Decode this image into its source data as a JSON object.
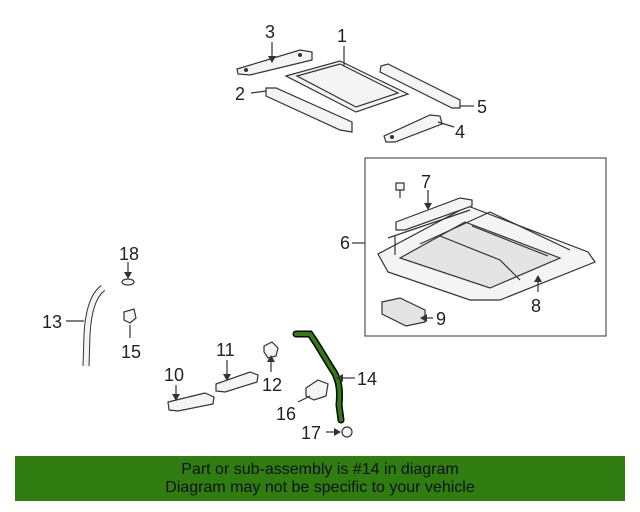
{
  "callouts": {
    "c1": "1",
    "c2": "2",
    "c3": "3",
    "c4": "4",
    "c5": "5",
    "c6": "6",
    "c7": "7",
    "c8": "8",
    "c9": "9",
    "c10": "10",
    "c11": "11",
    "c12": "12",
    "c13": "13",
    "c14": "14",
    "c15": "15",
    "c16": "16",
    "c17": "17",
    "c18": "18"
  },
  "highlight": {
    "part_number": "14",
    "color": "#2f7d11"
  },
  "banner": {
    "line1": "Part or sub-assembly is #14 in diagram",
    "line2": "Diagram may not be specific to your vehicle",
    "background": "#2f7d11"
  }
}
